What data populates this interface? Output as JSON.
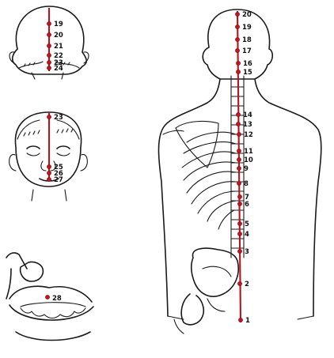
{
  "points": [
    {
      "id": "p1",
      "label": "1"
    },
    {
      "id": "p2",
      "label": "2"
    },
    {
      "id": "p3",
      "label": "3"
    },
    {
      "id": "p4",
      "label": "4"
    },
    {
      "id": "p5",
      "label": "5"
    },
    {
      "id": "p6",
      "label": "6"
    },
    {
      "id": "p7",
      "label": "7"
    },
    {
      "id": "p8",
      "label": "8"
    },
    {
      "id": "p9",
      "label": "9"
    },
    {
      "id": "p10",
      "label": "10"
    },
    {
      "id": "p11",
      "label": "11"
    },
    {
      "id": "p12",
      "label": "12"
    },
    {
      "id": "p13",
      "label": "13"
    },
    {
      "id": "p14",
      "label": "14"
    },
    {
      "id": "p15",
      "label": "15"
    },
    {
      "id": "p16",
      "label": "16"
    },
    {
      "id": "p17",
      "label": "17"
    },
    {
      "id": "p18",
      "label": "18"
    },
    {
      "id": "p19",
      "label": "19"
    },
    {
      "id": "p20",
      "label": "20"
    },
    {
      "id": "h19",
      "label": "19"
    },
    {
      "id": "h20",
      "label": "20"
    },
    {
      "id": "h21",
      "label": "21"
    },
    {
      "id": "h22",
      "label": "22"
    },
    {
      "id": "h23",
      "label": "23"
    },
    {
      "id": "h24",
      "label": "24"
    },
    {
      "id": "f23",
      "label": "23"
    },
    {
      "id": "f25",
      "label": "25"
    },
    {
      "id": "f26",
      "label": "26"
    },
    {
      "id": "f27",
      "label": "27"
    },
    {
      "id": "m28",
      "label": "28"
    }
  ],
  "colors": {
    "meridian": "#b3151f",
    "point": "#c4141d",
    "ink": "#1a1a1a"
  }
}
